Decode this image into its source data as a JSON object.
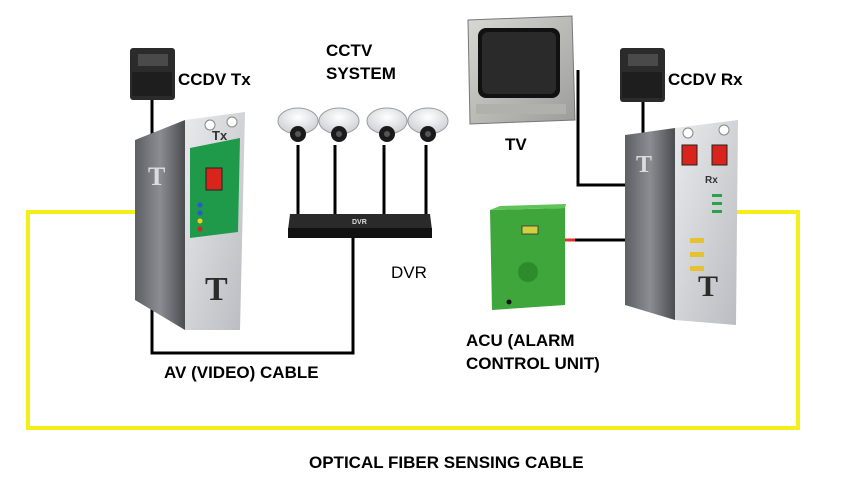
{
  "labels": {
    "ccdv_tx": "CCDV Tx",
    "cctv_system_line1": "CCTV",
    "cctv_system_line2": "SYSTEM",
    "tv": "TV",
    "ccdv_rx": "CCDV Rx",
    "dvr": "DVR",
    "dvr_box_text": "DVR",
    "av_cable": "AV (VIDEO) CABLE",
    "acu_line1": "ACU (ALARM",
    "acu_line2": "CONTROL UNIT)",
    "fiber_cable": "OPTICAL FIBER SENSING CABLE",
    "tx_panel_text": "Tx",
    "rx_panel_text": "Rx"
  },
  "colors": {
    "fiber": "#f2ef1a",
    "cable": "#000000",
    "panel_green": "#1f9a4a",
    "switch_red": "#d9241c",
    "acu_green": "#3ea63a",
    "adapter": "#2b2b2b"
  }
}
